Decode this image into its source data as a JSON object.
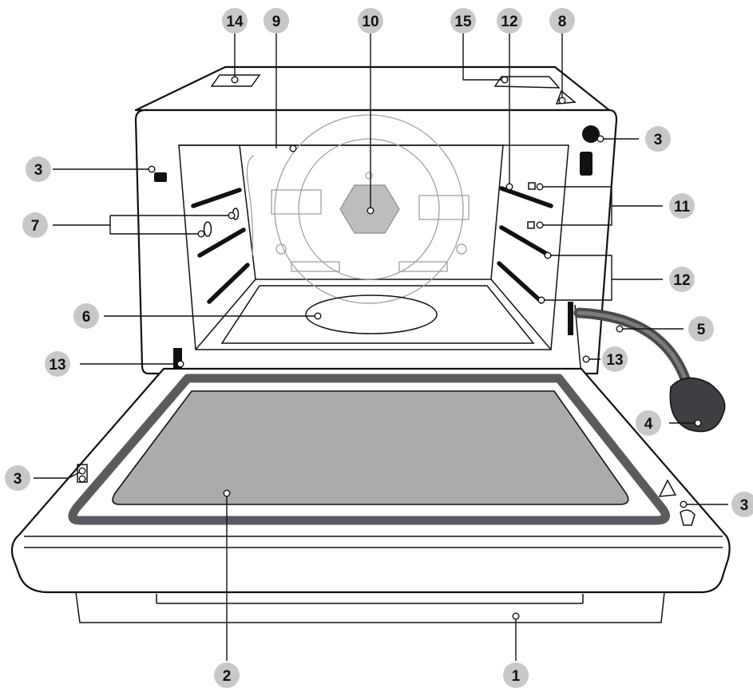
{
  "callouts": [
    {
      "id": "c14",
      "label": "14"
    },
    {
      "id": "c9",
      "label": "9"
    },
    {
      "id": "c10",
      "label": "10"
    },
    {
      "id": "c15",
      "label": "15"
    },
    {
      "id": "c12a",
      "label": "12"
    },
    {
      "id": "c8",
      "label": "8"
    },
    {
      "id": "c3a",
      "label": "3"
    },
    {
      "id": "c3b",
      "label": "3"
    },
    {
      "id": "c11",
      "label": "11"
    },
    {
      "id": "c7",
      "label": "7"
    },
    {
      "id": "c12b",
      "label": "12"
    },
    {
      "id": "c6",
      "label": "6"
    },
    {
      "id": "c5",
      "label": "5"
    },
    {
      "id": "c13a",
      "label": "13"
    },
    {
      "id": "c13b",
      "label": "13"
    },
    {
      "id": "c4",
      "label": "4"
    },
    {
      "id": "c3c",
      "label": "3"
    },
    {
      "id": "c3d",
      "label": "3"
    },
    {
      "id": "c2",
      "label": "2"
    },
    {
      "id": "c1",
      "label": "1"
    }
  ],
  "colors": {
    "callout_circle": "#c8c8c8",
    "door_glass": "#a9abad",
    "gasket": "#595b5e",
    "line": "#111111"
  }
}
